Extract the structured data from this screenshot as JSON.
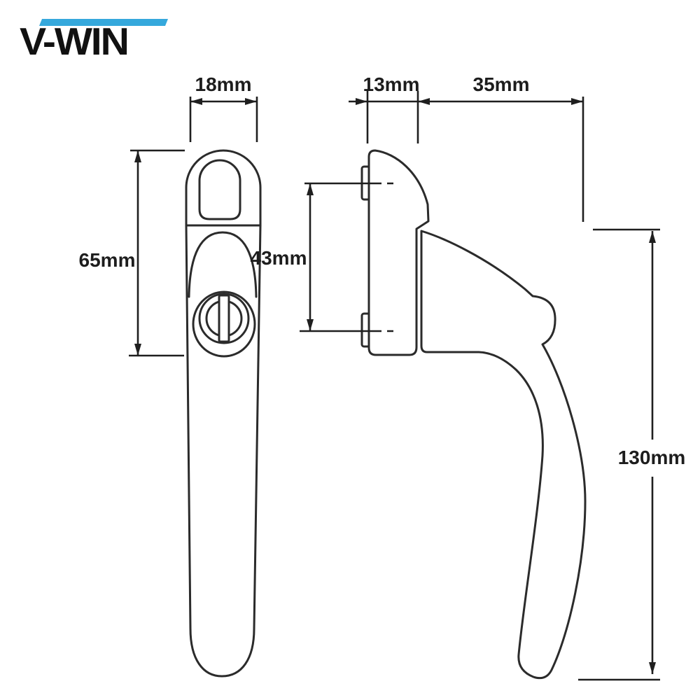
{
  "brand": {
    "name": "V-WIN",
    "bar_color": "#35A8DC",
    "text_color": "#111111"
  },
  "drawing": {
    "line_color": "#2b2b2b",
    "background": "#ffffff",
    "dimensions": {
      "handle_top_width": "18mm",
      "backplate_depth": "13mm",
      "handle_projection": "35mm",
      "upper_section_height": "65mm",
      "fixing_centres": "43mm",
      "handle_length": "130mm"
    }
  }
}
